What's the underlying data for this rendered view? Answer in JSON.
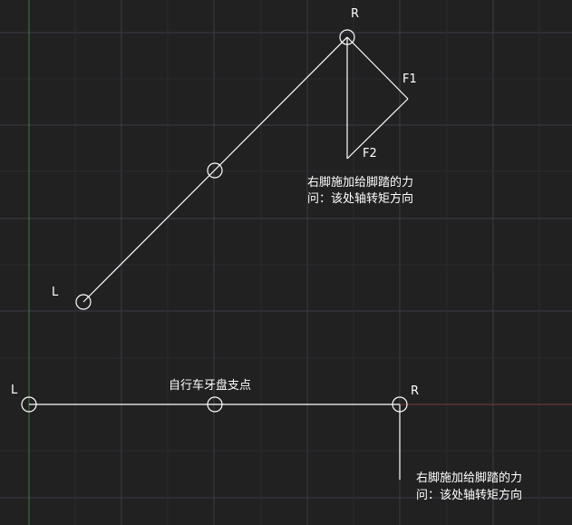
{
  "colors": {
    "background": "#212121",
    "grid": "#3b3b4a",
    "grid_minor": "#2c2c36",
    "axis_y": "#3f7f3f",
    "axis_x": "#7f3f3f",
    "stroke": "#ffffff"
  },
  "top_view": {
    "label_R": "R",
    "label_L": "L",
    "label_F1": "F1",
    "label_F2": "F2",
    "note_line1": "右脚施加给脚踏的力",
    "note_line2": "问：该处轴转矩方向"
  },
  "bottom_view": {
    "label_L": "L",
    "label_R": "R",
    "pivot_label": "自行车牙盘支点",
    "note_line1": "右脚施加给脚踏的力",
    "note_line2": "问：该处轴转矩方向"
  }
}
